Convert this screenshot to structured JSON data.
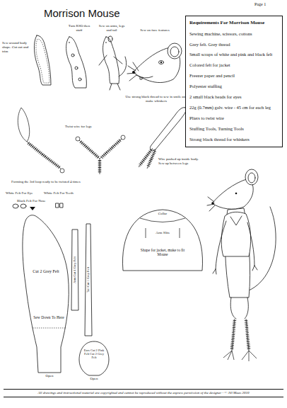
{
  "diagram": {
    "title": "Morrison Mouse",
    "caption": "All drawings and instructional material are copyrighted and cannot be reproduced without the express permission of the designer - © Jill Maas 2010",
    "nodes": [
      {
        "text": [
          "Requirements For Morrison Mouse",
          "Sewing machine, scissors, cottons",
          "Grey felt. Grey thread",
          "Small scraps of white and pink and black felt",
          "Colored felt for jacket",
          "Freezer paper and pencil",
          "Polyester stuffing",
          "2 small black beads for eyes",
          "22g (0.7mm) galv. wire - 45 cm for each leg",
          "Pliers to twist wire",
          "Stuffing Tools, Turning Tools",
          "Strong black thread for whiskers"
        ]
      },
      {
        "text": [
          "Cut 2 Grey Felt",
          "Sew Down To Here",
          "Open"
        ]
      },
      {
        "text": [
          "Arm Cut 4 Grey Felt"
        ]
      },
      {
        "text": [
          "Tail Cut 1 Grey Felt"
        ]
      },
      {
        "text": [
          "Ears Cut 2 Pink Felt Cut 2 Grey Felt",
          "Open"
        ]
      },
      {
        "text": [
          "Collar",
          "Arm Slits",
          "Shape for jacket, make to fit Mouse"
        ]
      }
    ],
    "labels": [
      "Page 1",
      "Sew around body shape. Cut out and trim",
      "Turn RSO then stuff",
      "Sew on arms, legs and tail",
      "Sew on face features",
      "Use strong black thread to sew in smile and make whiskers",
      "Twist wire for legs",
      "Forming the 3rd loop ready to be twisted 4 times",
      "Wire pushed up inside body. Sew up between legs",
      "White Felt For Eye",
      "White Felt For Teeth",
      "Black Felt For Nose"
    ]
  }
}
